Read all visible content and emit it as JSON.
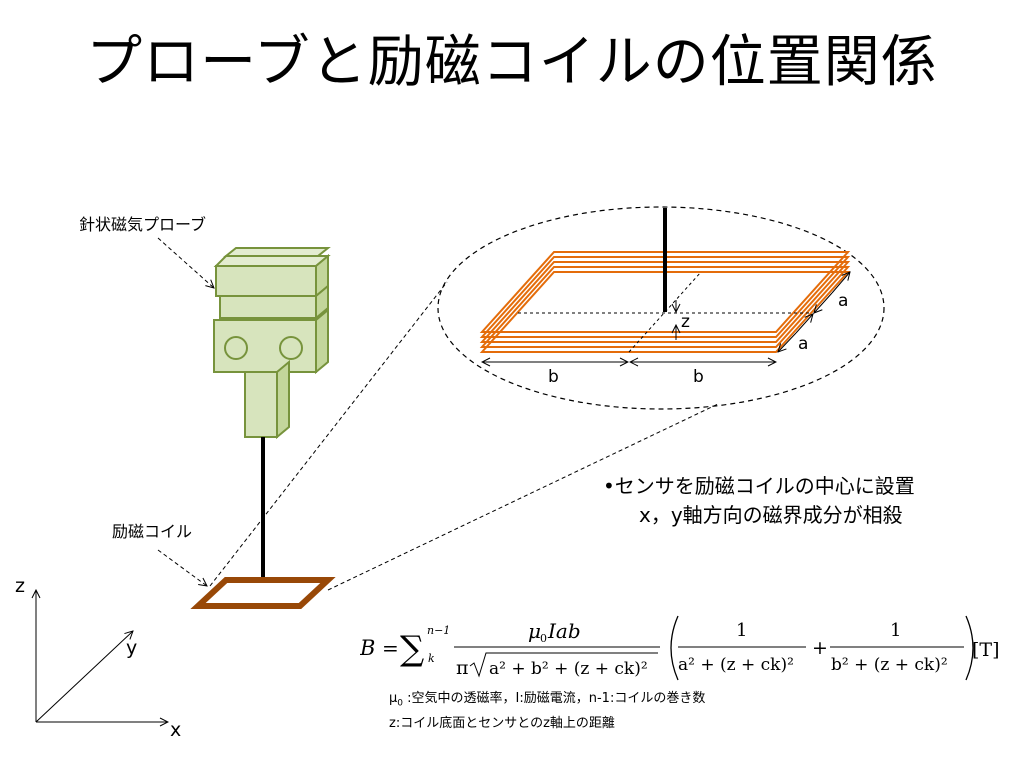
{
  "title": "プローブと励磁コイルの位置関係",
  "labels": {
    "probe": "針状磁気プローブ",
    "coil": "励磁コイル",
    "axis_x": "x",
    "axis_y": "y",
    "axis_z": "z",
    "dim_a1": "a",
    "dim_a2": "a",
    "dim_b1": "b",
    "dim_b2": "b",
    "dim_z": "z"
  },
  "bullet": {
    "line1": "•センサを励磁コイルの中心に設置",
    "line2": "x，y軸方向の磁界成分が相殺"
  },
  "formula": {
    "lhs": "B",
    "eq": "=",
    "sum": "∑",
    "sum_top": "n−1",
    "sum_bottom": "k",
    "num_mu": "μ",
    "num_mu_sub": "0",
    "num_rest": "Iab",
    "den_pi": "π",
    "den_root": "a² + b² + (z + ck)²",
    "frac1_num": "1",
    "frac1_den": "a² + (z + ck)²",
    "plus": "+",
    "frac2_num": "1",
    "frac2_den": "b² + (z + ck)²",
    "unit": "[T]"
  },
  "notes": {
    "mu": "μ",
    "mu_sub": "0",
    "line1_rest": " :空気中の透磁率，I:励磁電流，n-1:コイルの巻き数",
    "line2": "z:コイル底面とセンサとのz軸上の距離"
  },
  "colors": {
    "probe_fill": "#d7e4bd",
    "probe_stroke": "#77933c",
    "coil_orange": "#e46c0a",
    "coil_brown": "#984807"
  }
}
